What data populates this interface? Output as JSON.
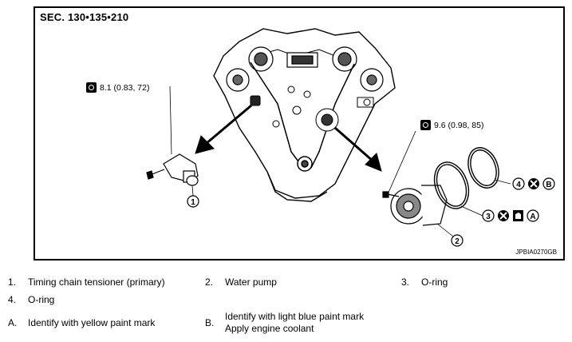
{
  "section_label": "SEC. 130•135•210",
  "figure_id": "JPBIA0270GB",
  "torques": [
    {
      "value": "8.1 (0.83, 72)"
    },
    {
      "value": "9.6 (0.98, 85)"
    }
  ],
  "callouts": [
    "1",
    "2",
    "3",
    "4"
  ],
  "callout_letters": {
    "a": "A",
    "b": "B"
  },
  "legend": [
    {
      "num": "1.",
      "text": "Timing chain tensioner (primary)"
    },
    {
      "num": "2.",
      "text": "Water pump"
    },
    {
      "num": "3.",
      "text": "O-ring"
    },
    {
      "num": "4.",
      "text": "O-ring"
    }
  ],
  "notes": [
    {
      "letter": "A.",
      "text": "Identify with yellow paint mark"
    },
    {
      "letter": "B.",
      "text": "Identify with light blue paint mark",
      "text2": "Apply engine coolant"
    }
  ]
}
